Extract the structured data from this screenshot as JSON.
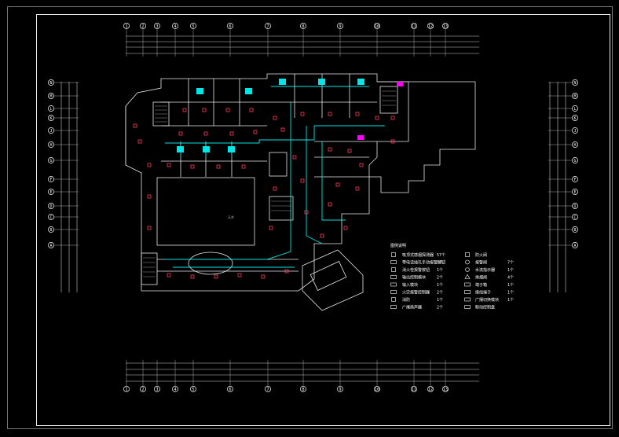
{
  "grid_top": [
    "1",
    "2",
    "3",
    "4",
    "5",
    "6",
    "7",
    "8",
    "9",
    "10",
    "11",
    "12",
    "13"
  ],
  "grid_bottom": [
    "1",
    "2",
    "3",
    "4",
    "5",
    "6",
    "7",
    "8",
    "9",
    "10",
    "11",
    "12",
    "13"
  ],
  "grid_left": [
    "N",
    "M",
    "L",
    "K",
    "J",
    "H",
    "G",
    "F",
    "E",
    "D",
    "C",
    "B",
    "A"
  ],
  "grid_right": [
    "N",
    "M",
    "L",
    "K",
    "J",
    "H",
    "G",
    "F",
    "E",
    "D",
    "C",
    "B",
    "A"
  ],
  "legend": {
    "title": "图例说明",
    "left_items": [
      {
        "symbol": "square",
        "label": "吸顶式感烟探测器",
        "count": "57个"
      },
      {
        "symbol": "rect",
        "label": "带电话插孔手动报警按钮",
        "count": "7个"
      },
      {
        "symbol": "square",
        "label": "消火栓报警按钮",
        "count": "1个"
      },
      {
        "symbol": "rect",
        "label": "输出控制模块",
        "count": "2个"
      },
      {
        "symbol": "rect",
        "label": "输入模块",
        "count": "1个"
      },
      {
        "symbol": "rect",
        "label": "火灾报警控制器",
        "count": "2个"
      },
      {
        "symbol": "square",
        "label": "消防",
        "count": "1个"
      },
      {
        "symbol": "rect",
        "label": "广播扬声器",
        "count": "2个"
      }
    ],
    "right_items": [
      {
        "symbol": "square",
        "label": "防火阀",
        "count": ""
      },
      {
        "symbol": "circle",
        "label": "报警阀",
        "count": "7个"
      },
      {
        "symbol": "circle",
        "label": "水流指示器",
        "count": "1个"
      },
      {
        "symbol": "triangle",
        "label": "排烟阀",
        "count": "4个"
      },
      {
        "symbol": "rect",
        "label": "端子箱",
        "count": "1个"
      },
      {
        "symbol": "rect",
        "label": "接线端子",
        "count": "1个"
      },
      {
        "symbol": "rect",
        "label": "广播切换模块",
        "count": "1个"
      },
      {
        "symbol": "rect",
        "label": "联动控制盘",
        "count": ""
      }
    ]
  },
  "courtyard_label": "天井",
  "colors": {
    "background": "#000000",
    "lines": "#ffffff",
    "wiring": "#00e5e5",
    "devices": "#ff3b5c",
    "magenta": "#ff00ff"
  }
}
